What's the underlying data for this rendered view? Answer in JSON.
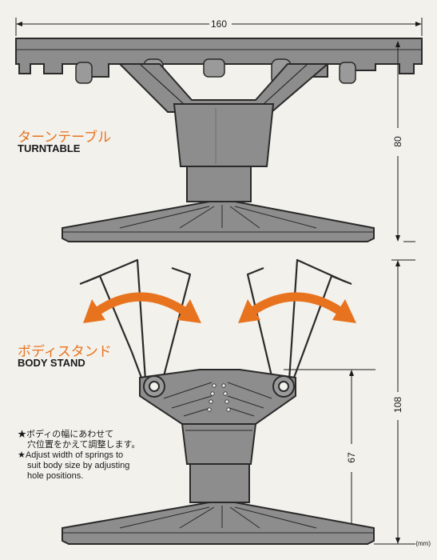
{
  "dimensions": {
    "width": "160",
    "turntable_height": "80",
    "total_height": "108",
    "base_to_axle": "67",
    "unit": "(mm)"
  },
  "turntable": {
    "label_jp": "ターンテーブル",
    "label_en": "TURNTABLE"
  },
  "body_stand": {
    "label_jp": "ボディスタンド",
    "label_en": "BODY STAND"
  },
  "notes": {
    "jp_line1": "★ボディの幅にあわせて",
    "jp_line2": "穴位置をかえて調整します。",
    "en_line1": "★Adjust width of springs to",
    "en_line2": "suit body size by adjusting",
    "en_line3": "hole positions."
  },
  "colors": {
    "plastic": "#8d8d8d",
    "plastic_dark": "#6f6f6f",
    "outline": "#2a2a2a",
    "arrow": "#e8731e",
    "background": "#f2f1ec"
  }
}
